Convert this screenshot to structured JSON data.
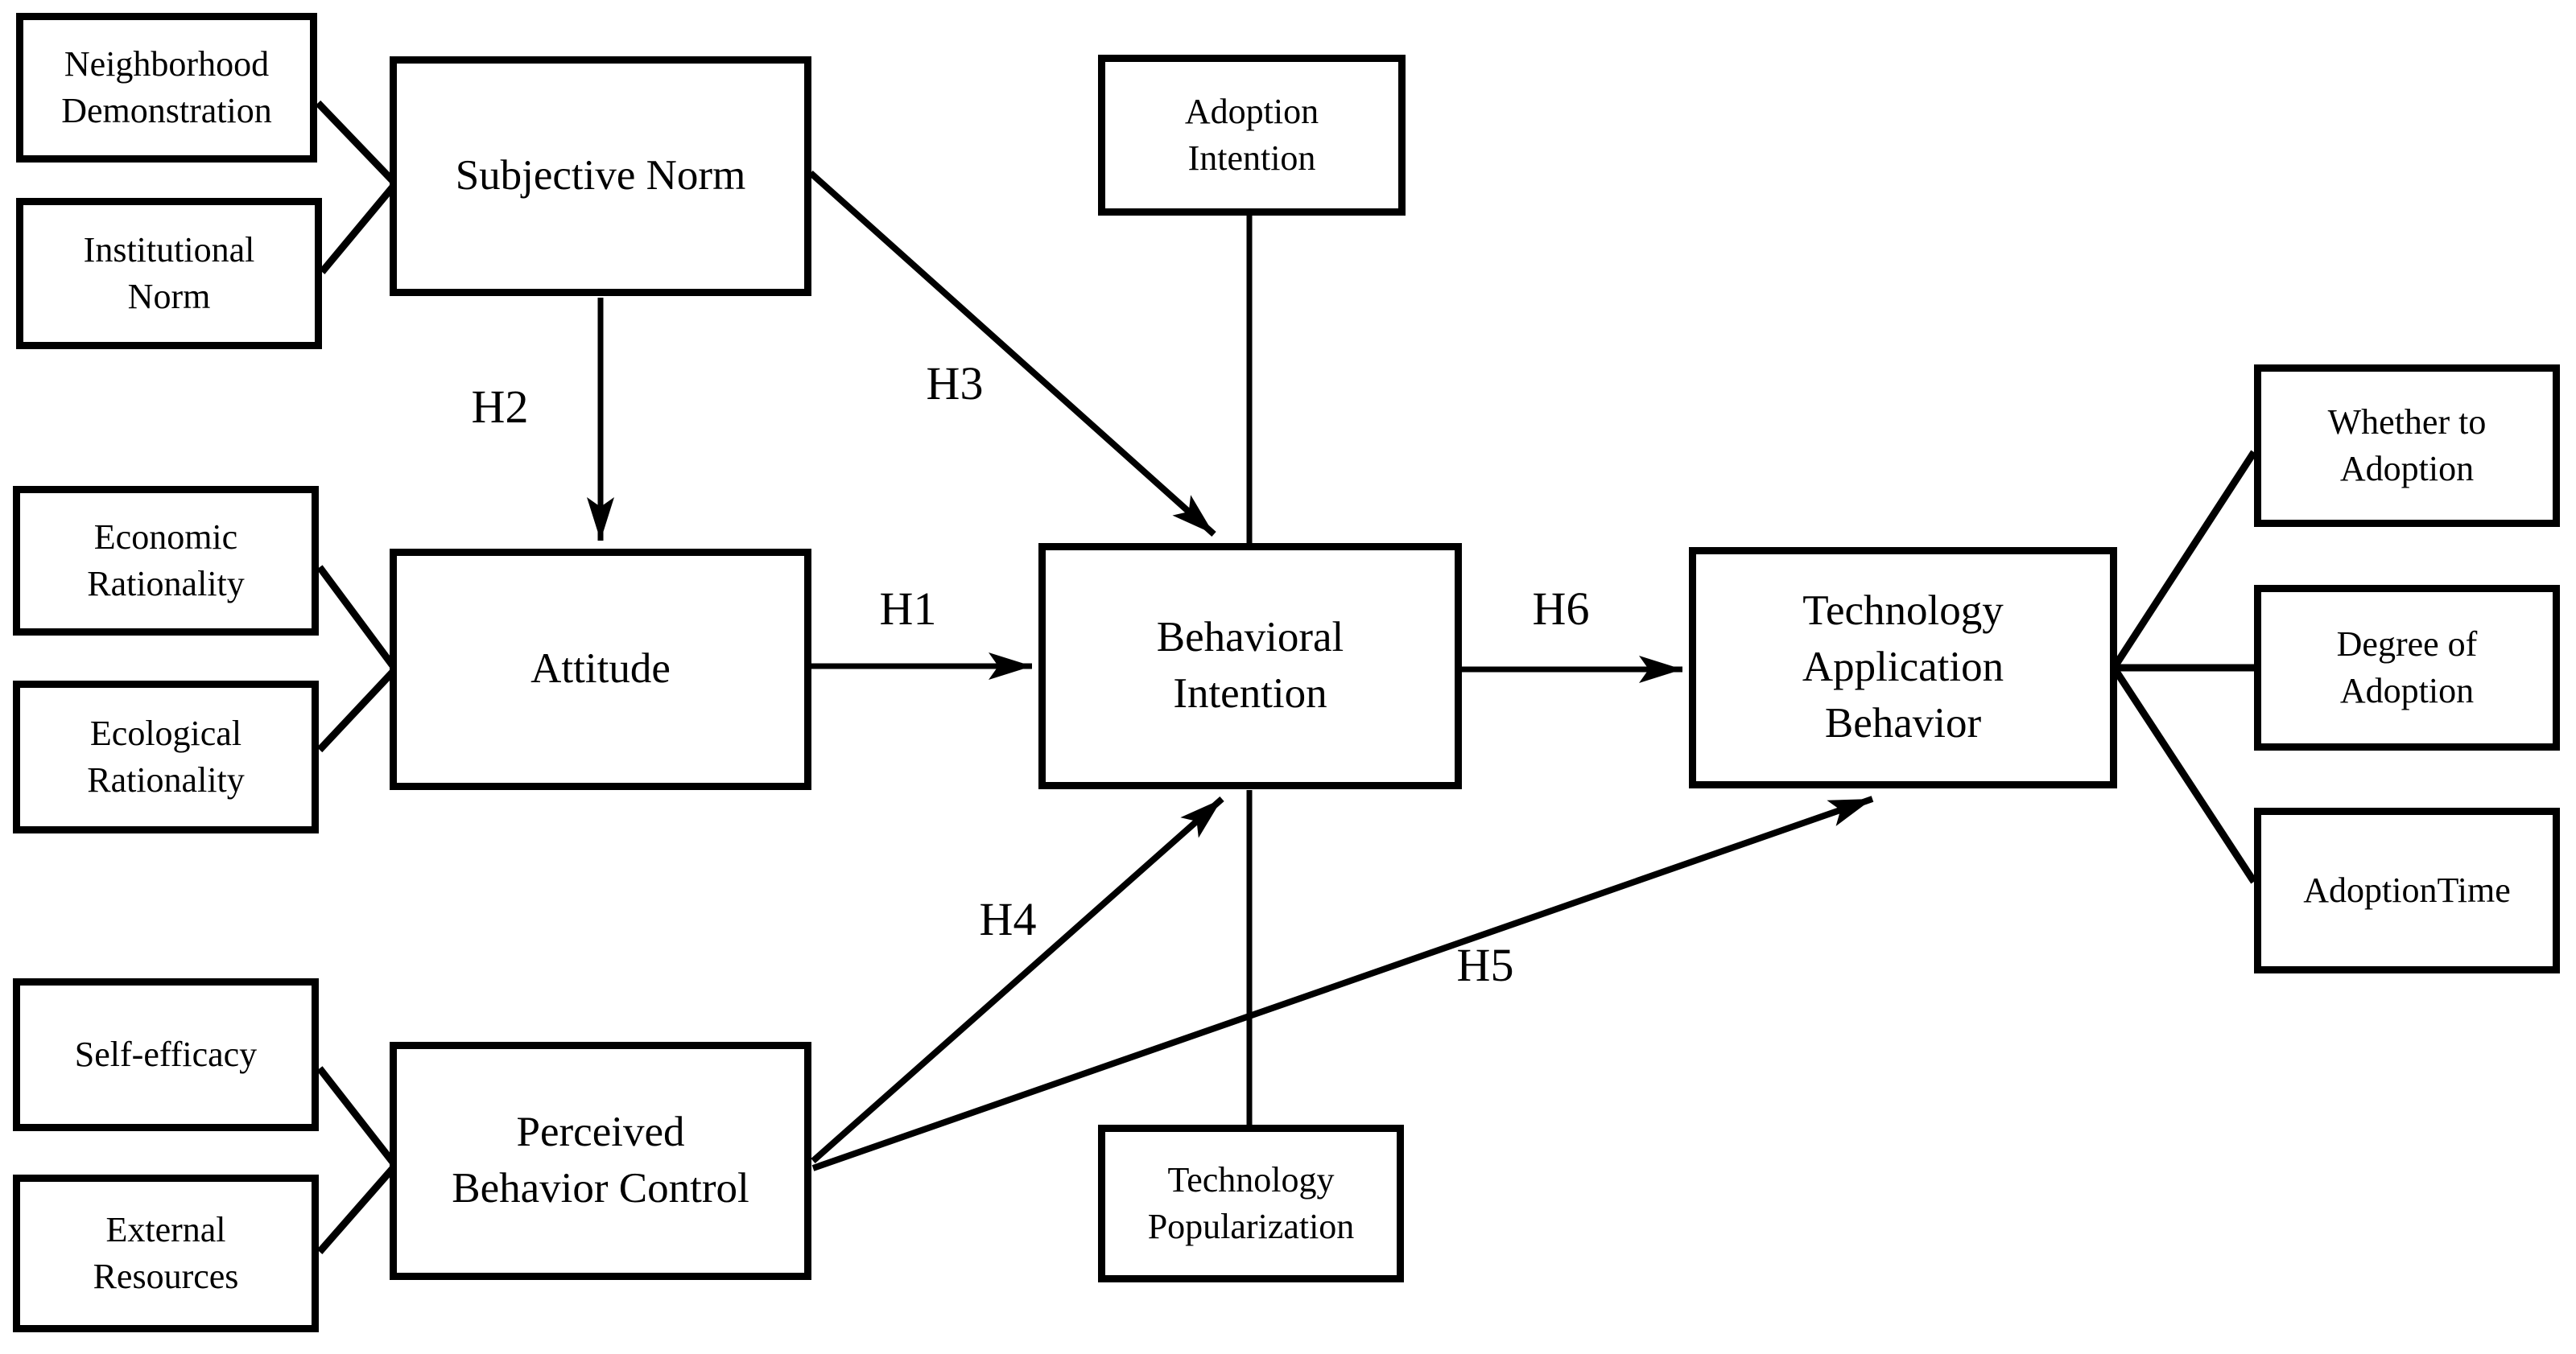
{
  "diagram": {
    "description": "Research model diagram of technology adoption behavior",
    "colors": {
      "line": "#000000",
      "background": "#ffffff",
      "text": "#000000"
    },
    "nodes": {
      "neighborhood_demonstration": {
        "label": [
          "Neighborhood",
          "Demonstration"
        ]
      },
      "institutional_norm": {
        "label": [
          "Institutional",
          "Norm"
        ]
      },
      "economic_rationality": {
        "label": [
          "Economic",
          "Rationality"
        ]
      },
      "ecological_rationality": {
        "label": [
          "Ecological",
          "Rationality"
        ]
      },
      "self_efficacy": {
        "label": "Self-efficacy"
      },
      "external_resources": {
        "label": [
          "External",
          "Resources"
        ]
      },
      "subjective_norm": {
        "label": "Subjective Norm"
      },
      "attitude": {
        "label": "Attitude"
      },
      "perceived_behavior_control": {
        "label": [
          "Perceived",
          "Behavior Control"
        ]
      },
      "adoption_intention": {
        "label": [
          "Adoption",
          "Intention"
        ]
      },
      "behavioral_intention": {
        "label": [
          "Behavioral",
          "Intention"
        ]
      },
      "technology_popularization": {
        "label": [
          "Technology",
          "Popularization"
        ]
      },
      "technology_application_behavior": {
        "label": [
          "Technology",
          "Application",
          "Behavior"
        ]
      },
      "whether_to_adoption": {
        "label": [
          "Whether to",
          "Adoption"
        ]
      },
      "degree_of_adoption": {
        "label": [
          "Degree of",
          "Adoption"
        ]
      },
      "adoption_time": {
        "label": "AdoptionTime"
      }
    },
    "hypotheses": {
      "h1": {
        "label": "H1",
        "from": "Attitude",
        "to": "Behavioral Intention"
      },
      "h2": {
        "label": "H2",
        "from": "Subjective Norm",
        "to": "Attitude"
      },
      "h3": {
        "label": "H3",
        "from": "Subjective Norm",
        "to": "Behavioral Intention"
      },
      "h4": {
        "label": "H4",
        "from": "Perceived Behavior Control",
        "to": "Behavioral Intention"
      },
      "h5": {
        "label": "H5",
        "from": "Perceived Behavior Control",
        "to": "Technology Application Behavior"
      },
      "h6": {
        "label": "H6",
        "from": "Behavioral Intention",
        "to": "Technology Application Behavior"
      }
    }
  }
}
